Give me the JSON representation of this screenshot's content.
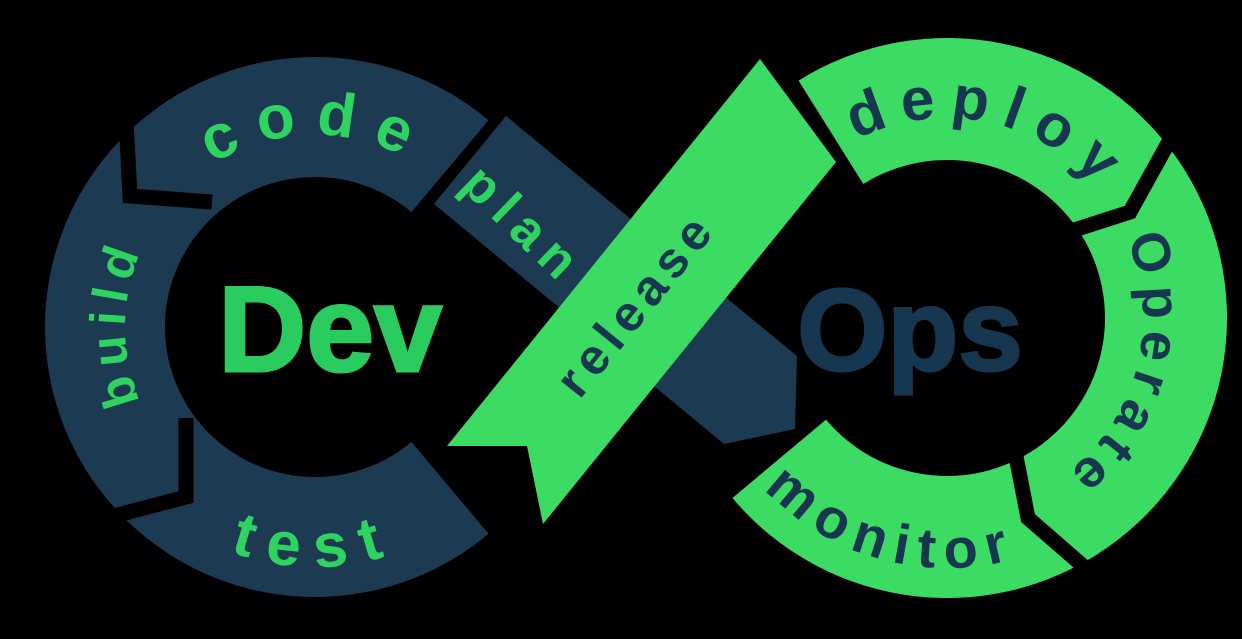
{
  "diagram": {
    "name": "DevOps infinity lifecycle loop",
    "dev_wordmark": "Dev",
    "ops_wordmark": "Ops",
    "labels": {
      "plan": "plan",
      "code": "code",
      "build": "build",
      "test": "test",
      "release": "release",
      "deploy": "deploy",
      "operate": "Operate",
      "monitor": "monitor"
    },
    "colors": {
      "background": "#000000",
      "navy": "#1C3A52",
      "green": "#3CDC64",
      "dev_text_green": "#2BCC5F",
      "label_green": "#2ED45F",
      "label_navy": "#17364F"
    }
  }
}
